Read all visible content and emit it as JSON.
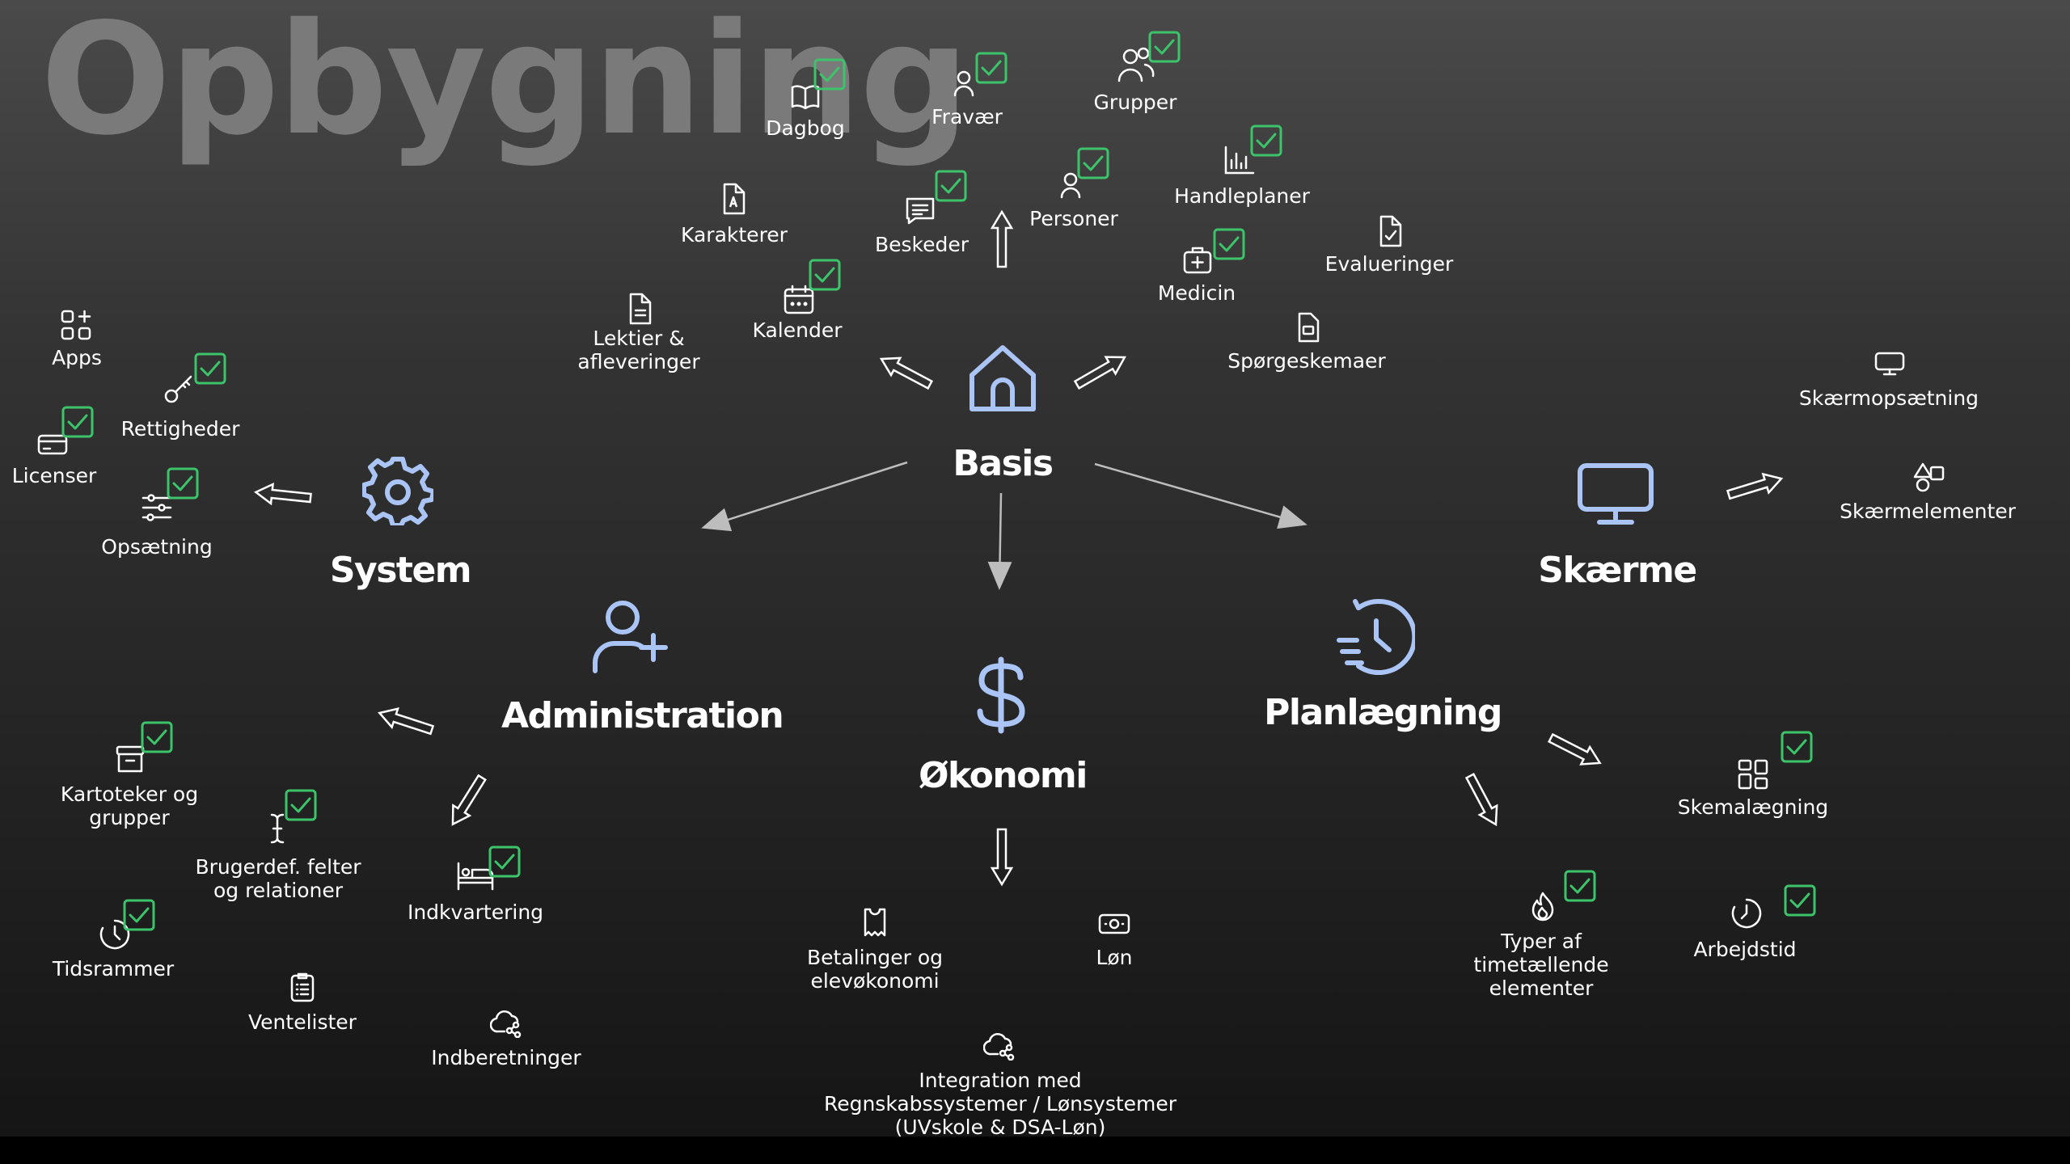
{
  "title": "Opbygning",
  "colors": {
    "accent": "#a9c4f5",
    "check": "#3cc46b",
    "arrow": "#bdbdbd",
    "title": "#7a7a7a"
  },
  "hubs": {
    "basis": {
      "label": "Basis",
      "icon": "home-icon"
    },
    "system": {
      "label": "System",
      "icon": "gear-icon"
    },
    "administration": {
      "label": "Administration",
      "icon": "user-plus-icon"
    },
    "okonomi": {
      "label": "Økonomi",
      "icon": "dollar-icon"
    },
    "planlaegning": {
      "label": "Planlægning",
      "icon": "clock-history-icon"
    },
    "skaerme": {
      "label": "Skærme",
      "icon": "monitor-icon"
    }
  },
  "items": {
    "dagbog": {
      "label": "Dagbog",
      "icon": "book-icon",
      "checked": true
    },
    "fravaer": {
      "label": "Fravær",
      "icon": "person-icon",
      "checked": true
    },
    "grupper": {
      "label": "Grupper",
      "icon": "people-icon",
      "checked": true
    },
    "karakterer": {
      "label": "Karakterer",
      "icon": "grade-doc-icon",
      "checked": false
    },
    "beskeder": {
      "label": "Beskeder",
      "icon": "message-icon",
      "checked": true
    },
    "personer": {
      "label": "Personer",
      "icon": "person-icon",
      "checked": true
    },
    "handleplaner": {
      "label": "Handleplaner",
      "icon": "bar-chart-icon",
      "checked": true
    },
    "medicin": {
      "label": "Medicin",
      "icon": "medkit-icon",
      "checked": true
    },
    "evalueringer": {
      "label": "Evalueringer",
      "icon": "doc-check-icon",
      "checked": false
    },
    "lektier": {
      "label": "Lektier &\nafleveringer",
      "icon": "document-icon",
      "checked": false
    },
    "kalender": {
      "label": "Kalender",
      "icon": "calendar-icon",
      "checked": true
    },
    "spoergeskemaer": {
      "label": "Spørgeskemaer",
      "icon": "form-icon",
      "checked": false
    },
    "apps": {
      "label": "Apps",
      "icon": "apps-icon",
      "checked": false
    },
    "rettigheder": {
      "label": "Rettigheder",
      "icon": "key-icon",
      "checked": true
    },
    "licenser": {
      "label": "Licenser",
      "icon": "card-icon",
      "checked": true
    },
    "opsaetning": {
      "label": "Opsætning",
      "icon": "sliders-icon",
      "checked": true
    },
    "skaermopsaetning": {
      "label": "Skærmopsætning",
      "icon": "monitor-small-icon",
      "checked": false
    },
    "skaermelementer": {
      "label": "Skærmelementer",
      "icon": "shapes-icon",
      "checked": false
    },
    "kartoteker": {
      "label": "Kartoteker og\ngrupper",
      "icon": "archive-icon",
      "checked": true
    },
    "brugerdef": {
      "label": "Brugerdef. felter\nog relationer",
      "icon": "text-cursor-icon",
      "checked": true
    },
    "indkvartering": {
      "label": "Indkvartering",
      "icon": "bed-icon",
      "checked": true
    },
    "tidsrammer": {
      "label": "Tidsrammer",
      "icon": "clock-icon",
      "checked": true
    },
    "ventelister": {
      "label": "Ventelister",
      "icon": "clipboard-list-icon",
      "checked": false
    },
    "indberetninger": {
      "label": "Indberetninger",
      "icon": "cloud-share-icon",
      "checked": false
    },
    "betalinger": {
      "label": "Betalinger og\nelevøkonomi",
      "icon": "receipt-icon",
      "checked": false
    },
    "loen": {
      "label": "Løn",
      "icon": "cash-icon",
      "checked": false
    },
    "integration": {
      "label": "Integration med\nRegnskabssystemer / Lønsystemer\n(UVskole & DSA-Løn)",
      "icon": "cloud-share-icon",
      "checked": false
    },
    "skemalaegning": {
      "label": "Skemalægning",
      "icon": "layout-icon",
      "checked": true
    },
    "typer": {
      "label": "Typer af\ntimetællende\nelementer",
      "icon": "flame-icon",
      "checked": true
    },
    "arbejdstid": {
      "label": "Arbejdstid",
      "icon": "clock-icon",
      "checked": true
    }
  }
}
